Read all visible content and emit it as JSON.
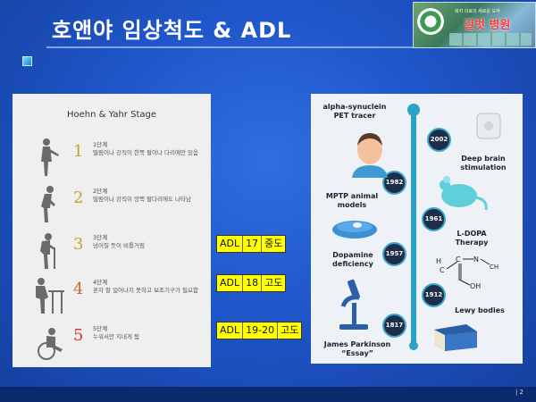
{
  "slide": {
    "title": "호앤야 임상척도 & ADL",
    "page": "| 2"
  },
  "logo": {
    "tagline": "복지 의료의 새로운 도약",
    "name": "길벗 병원"
  },
  "hoehn_yahr": {
    "title": "Hoehn & Yahr Stage",
    "stages": [
      {
        "num": "1",
        "label": "1단계",
        "desc": "떨림이나 강직이 한쪽 팔이나 다리에만 있음",
        "color": "#c9a227"
      },
      {
        "num": "2",
        "label": "2단계",
        "desc": "떨림이나 강직이 양쪽 팔다리에도 나타남",
        "color": "#c9a227"
      },
      {
        "num": "3",
        "label": "3단계",
        "desc": "넘어질 듯이 비틀거림",
        "color": "#c9a227"
      },
      {
        "num": "4",
        "label": "4단계",
        "desc": "혼자 잘 일어나지 못하고 보조기구가 필요함",
        "color": "#d9612c"
      },
      {
        "num": "5",
        "label": "5단계",
        "desc": "누워서만 지내게 됨",
        "color": "#d9302c"
      }
    ]
  },
  "adl": [
    {
      "label": "ADL",
      "score": "17",
      "level": "중도"
    },
    {
      "label": "ADL",
      "score": "18",
      "level": "고도"
    },
    {
      "label": "ADL",
      "score": "19-20",
      "level": "고도"
    }
  ],
  "timeline": {
    "years": [
      "2002",
      "1982",
      "1961",
      "1957",
      "1912",
      "1817"
    ],
    "labels": {
      "alpha": "alpha-synuclein\nPET tracer",
      "dbs": "Deep brain\nstimulation",
      "mptp": "MPTP animal\nmodels",
      "ldopa": "L-DOPA\nTherapy",
      "dopamine": "Dopamine\ndeficiency",
      "lewy": "Lewy bodies",
      "parkinson": "James Parkinson\n“Essay”"
    }
  }
}
